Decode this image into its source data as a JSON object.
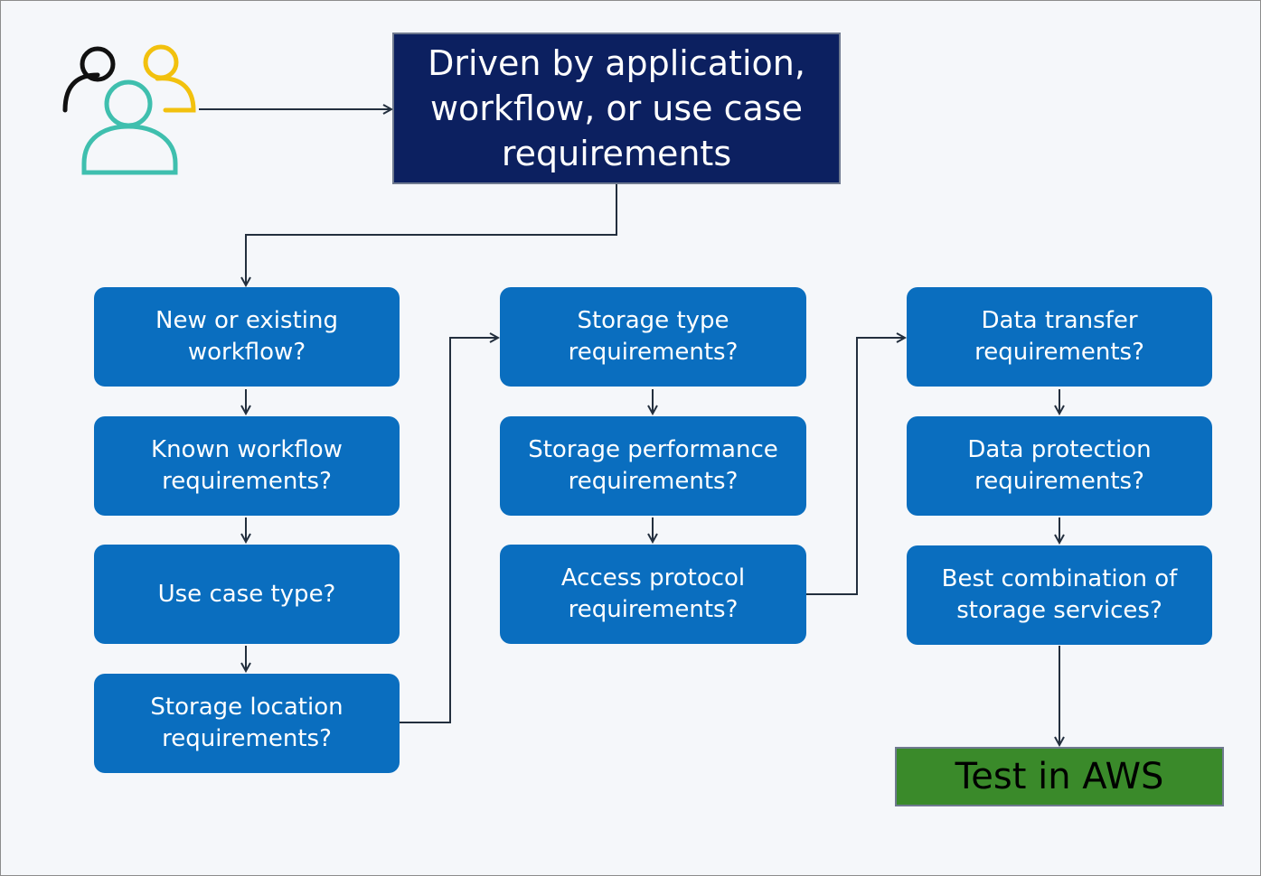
{
  "header_box": {
    "label": "Driven by application,\nworkflow, or use case\nrequirements"
  },
  "columns": [
    {
      "steps": [
        "New or existing\nworkflow?",
        "Known workflow\nrequirements?",
        "Use case type?",
        "Storage location\nrequirements?"
      ]
    },
    {
      "steps": [
        "Storage type\nrequirements?",
        "Storage performance\nrequirements?",
        "Access protocol\nrequirements?"
      ]
    },
    {
      "steps": [
        "Data transfer\nrequirements?",
        "Data protection\nrequirements?",
        "Best combination of\nstorage services?"
      ]
    }
  ],
  "final_box": {
    "label": "Test in AWS"
  },
  "colors": {
    "header_fill": "#0c2060",
    "step_fill": "#0a6ebf",
    "final_fill": "#3a8a2a",
    "connector": "#232f3e",
    "user_black": "#111111",
    "user_yellow": "#f2c10e",
    "user_teal": "#3fbfae"
  }
}
